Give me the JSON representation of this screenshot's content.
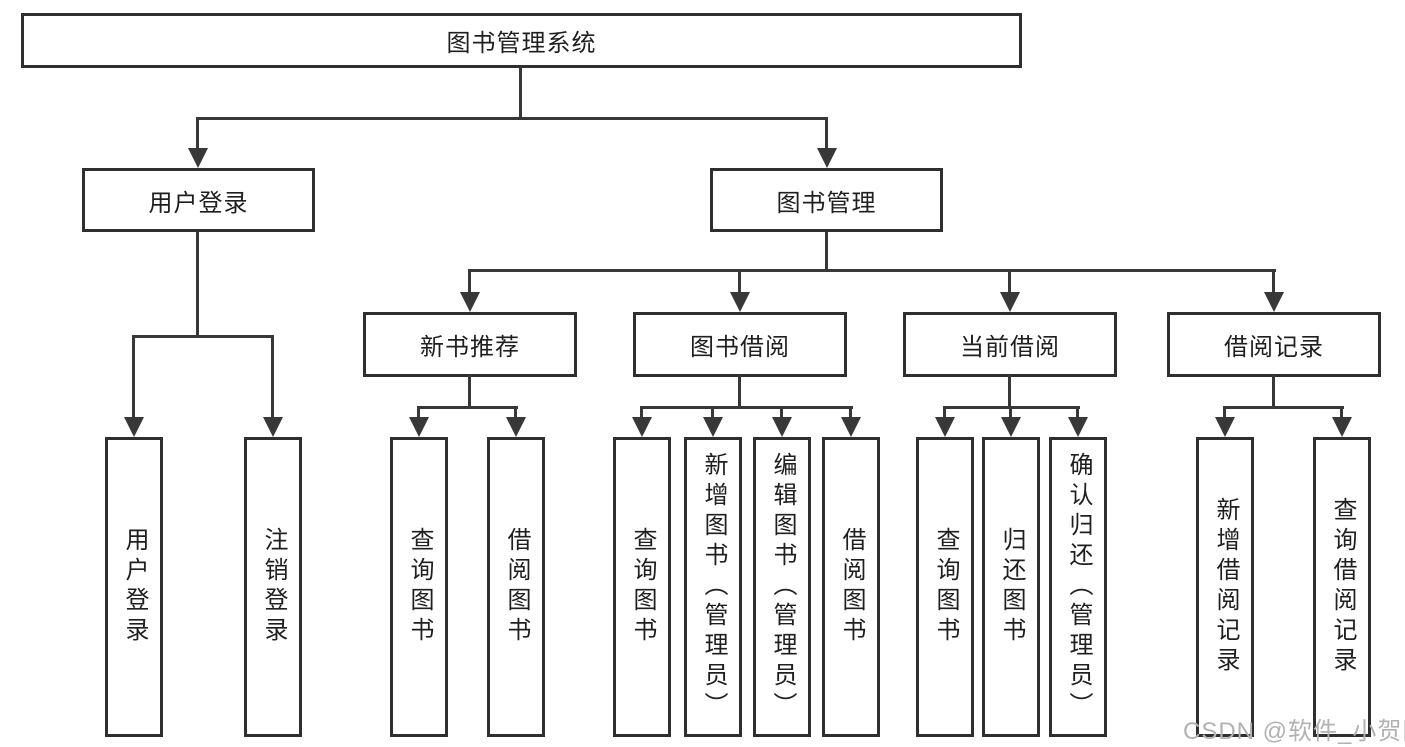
{
  "nodes": {
    "root": "图书管理系统",
    "user_login": "用户登录",
    "book_manage": "图书管理",
    "new_books": "新书推荐",
    "book_borrow": "图书借阅",
    "current_borrow": "当前借阅",
    "borrow_records": "借阅记录"
  },
  "leaves": {
    "login": [
      "用户登录",
      "注销登录"
    ],
    "new_books": [
      "查询图书",
      "借阅图书"
    ],
    "book_borrow": [
      "查询图书",
      "新增图书（管理员）",
      "编辑图书（管理员）",
      "借阅图书"
    ],
    "current_borrow": [
      "查询图书",
      "归还图书",
      "确认归还（管理员）"
    ],
    "borrow_records": [
      "新增借阅记录",
      "查询借阅记录"
    ]
  },
  "watermark": "CSDN @软件_小贺同学",
  "colors": {
    "line": "#383838",
    "box_border": "#2f2f2f",
    "text": "#1f1f1f",
    "watermark": "#b2b2b2",
    "background": "#ffffff"
  }
}
